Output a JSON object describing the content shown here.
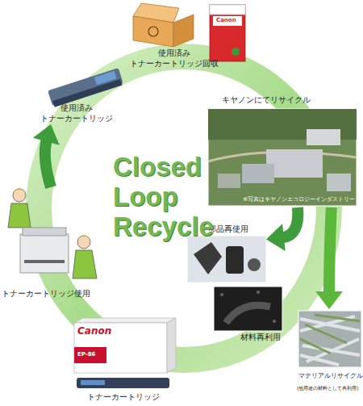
{
  "diagram": {
    "title": "Closed Loop Recycle",
    "nodes": [
      {
        "text": [
          "使用済み トナーカートリッジ回収"
        ]
      },
      {
        "text": [
          "キヤノンにてリサイクル",
          "※写真はキヤノンエコロジーインダストリー"
        ]
      },
      {
        "text": [
          "部品再使用"
        ]
      },
      {
        "text": [
          "材料再利用"
        ]
      },
      {
        "text": [
          "マテリアルリサイクル",
          "(他用途の材料として再利用)"
        ]
      },
      {
        "text": [
          "トナーカートリッジ"
        ]
      },
      {
        "text": [
          "トナーカートリッジ使用"
        ]
      },
      {
        "text": [
          "使用済み トナーカートリッジ"
        ]
      }
    ],
    "edges": [
      {
        "from": 1,
        "to": 2,
        "arrow": "to"
      },
      {
        "from": 1,
        "to": 4,
        "arrow": "to"
      },
      {
        "from": 6,
        "to": 7,
        "arrow": "to"
      }
    ],
    "labels": [
      "Canon",
      "Canon",
      "EP-86"
    ]
  }
}
